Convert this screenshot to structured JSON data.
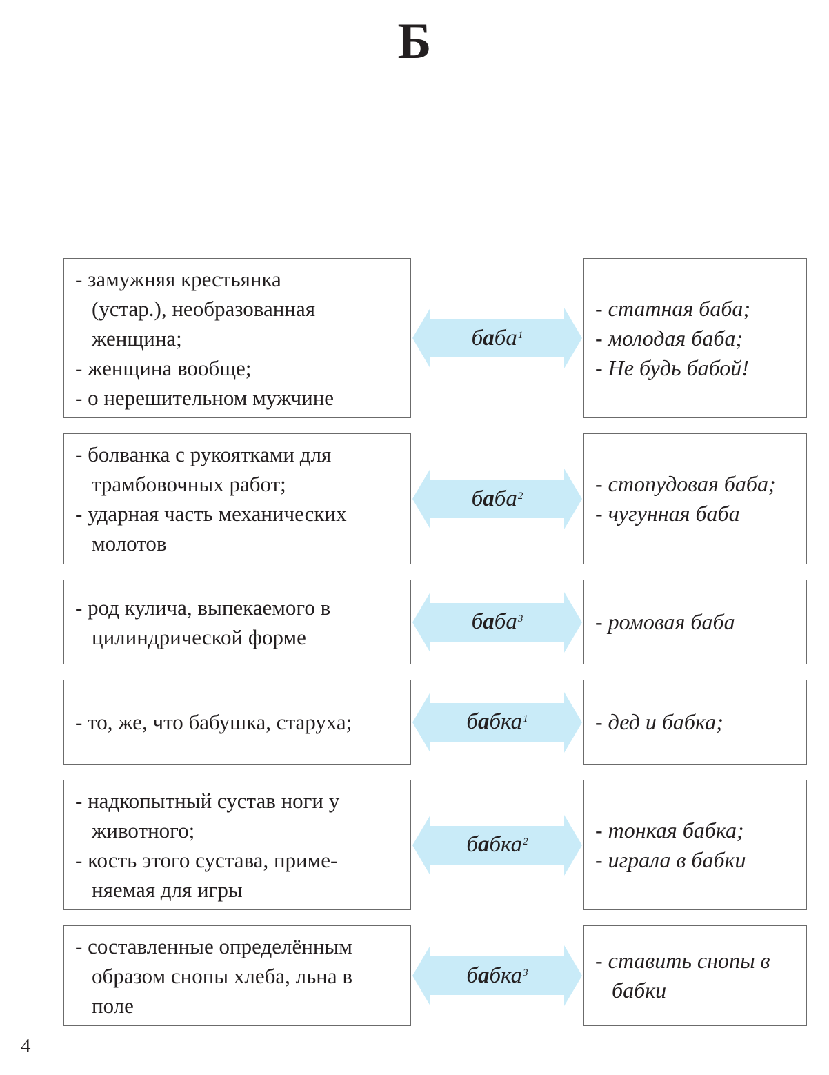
{
  "page": {
    "letter": "Б",
    "number": "4"
  },
  "colors": {
    "arrow_fill": "#c9ebf8",
    "border": "#6b6b6b",
    "text": "#231f20"
  },
  "entries": [
    {
      "word": {
        "before": "б",
        "accent": "а",
        "after": "ба",
        "index": "1"
      },
      "definitions": [
        {
          "text": "- замужняя крестьянка",
          "cont": false
        },
        {
          "text": "(устар.), необразованная",
          "cont": true
        },
        {
          "text": "женщина;",
          "cont": true
        },
        {
          "text": "- женщина вообще;",
          "cont": false
        },
        {
          "text": "- о нерешительном мужчине",
          "cont": false
        }
      ],
      "examples": [
        {
          "text": "- статная баба;",
          "cont": false
        },
        {
          "text": "- молодая баба;",
          "cont": false
        },
        {
          "text": "- Не будь бабой!",
          "cont": false
        }
      ]
    },
    {
      "word": {
        "before": "б",
        "accent": "а",
        "after": "ба",
        "index": "2"
      },
      "definitions": [
        {
          "text": "- болванка с рукоятками для",
          "cont": false
        },
        {
          "text": "трамбовочных работ;",
          "cont": true
        },
        {
          "text": "- ударная часть механических",
          "cont": false
        },
        {
          "text": "молотов",
          "cont": true
        }
      ],
      "examples": [
        {
          "text": "- стопудовая баба;",
          "cont": false
        },
        {
          "text": "- чугунная баба",
          "cont": false
        }
      ]
    },
    {
      "word": {
        "before": "б",
        "accent": "а",
        "after": "ба",
        "index": "3"
      },
      "definitions": [
        {
          "text": "- род кулича, выпекаемого в",
          "cont": false
        },
        {
          "text": "цилиндрической форме",
          "cont": true
        }
      ],
      "examples": [
        {
          "text": "- ромовая баба",
          "cont": false
        }
      ]
    },
    {
      "word": {
        "before": "б",
        "accent": "а",
        "after": "бка",
        "index": "1"
      },
      "definitions": [
        {
          "text": "- то, же, что бабушка, старуха;",
          "cont": false
        }
      ],
      "examples": [
        {
          "text": "- дед и бабка;",
          "cont": false
        }
      ]
    },
    {
      "word": {
        "before": "б",
        "accent": "а",
        "after": "бка",
        "index": "2"
      },
      "definitions": [
        {
          "text": "- надкопытный сустав ноги у",
          "cont": false
        },
        {
          "text": "животного;",
          "cont": true
        },
        {
          "text": "- кость этого сустава, приме-",
          "cont": false
        },
        {
          "text": "няемая для игры",
          "cont": true
        }
      ],
      "examples": [
        {
          "text": "- тонкая бабка;",
          "cont": false
        },
        {
          "text": "- играла в бабки",
          "cont": false
        }
      ]
    },
    {
      "word": {
        "before": "б",
        "accent": "а",
        "after": "бка",
        "index": "3"
      },
      "definitions": [
        {
          "text": "- составленные определённым",
          "cont": false
        },
        {
          "text": "образом снопы хлеба, льна в",
          "cont": true
        },
        {
          "text": "поле",
          "cont": true
        }
      ],
      "examples": [
        {
          "text": "- ставить снопы в",
          "cont": false
        },
        {
          "text": "бабки",
          "cont": true
        }
      ]
    }
  ]
}
